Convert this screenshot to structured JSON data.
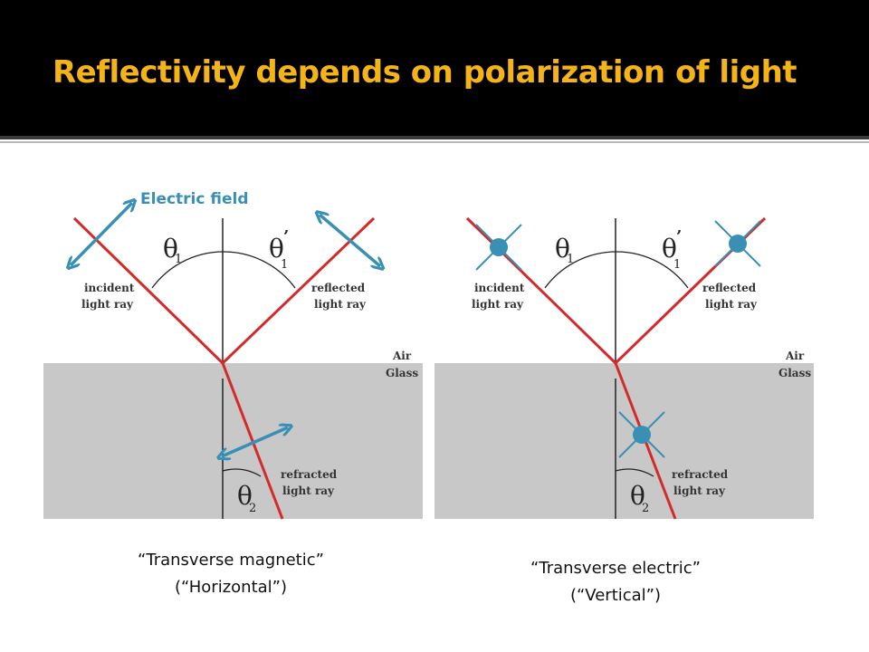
{
  "slide": {
    "title": "Reflectivity depends on polarization of light",
    "colors": {
      "title": "#f4b418",
      "background_header": "#000000",
      "ray": "#d42a2a",
      "field": "#3a90b4",
      "glass": "#c8c8c8"
    }
  },
  "left_panel": {
    "field_label": "Electric field",
    "theta1": "θ",
    "theta1_sub": "1",
    "theta1p": "θ",
    "theta1p_sub": "1",
    "theta1p_prime": "’",
    "theta2": "θ",
    "theta2_sub": "2",
    "incident_line1": "incident",
    "incident_line2": "light ray",
    "reflected_line1": "reflected",
    "reflected_line2": "light ray",
    "refracted_line1": "refracted",
    "refracted_line2": "light ray",
    "air": "Air",
    "glass": "Glass",
    "caption_line1": "“Transverse magnetic”",
    "caption_line2": "(“Horizontal”)"
  },
  "right_panel": {
    "theta1": "θ",
    "theta1_sub": "1",
    "theta1p": "θ",
    "theta1p_sub": "1",
    "theta1p_prime": "’",
    "theta2": "θ",
    "theta2_sub": "2",
    "incident_line1": "incident",
    "incident_line2": "light ray",
    "reflected_line1": "reflected",
    "reflected_line2": "light ray",
    "refracted_line1": "refracted",
    "refracted_line2": "light ray",
    "air": "Air",
    "glass": "Glass",
    "caption_line1": "“Transverse electric”",
    "caption_line2": "(“Vertical”)"
  }
}
